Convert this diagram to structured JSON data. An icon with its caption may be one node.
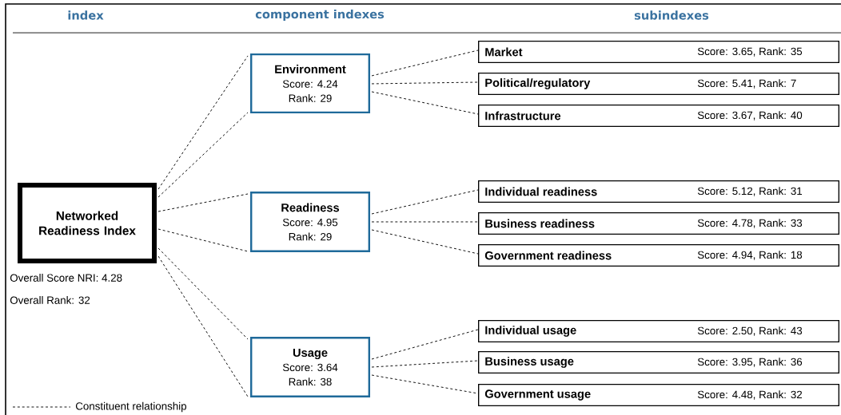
{
  "diagram": {
    "nodes": [
      {
        "text": [
          "Networked Readiness Index"
        ],
        "beside": [
          "Overall Score NRI: 4.28",
          "Overall Rank: 32"
        ]
      },
      {
        "text": [
          "Environment",
          "Score: 4.24",
          "Rank: 29"
        ]
      },
      {
        "text": [
          "Readiness",
          "Score: 4.95",
          "Rank: 29"
        ]
      },
      {
        "text": [
          "Usage",
          "Score: 3.64",
          "Rank: 38"
        ]
      },
      {
        "text": [
          "Market",
          "Score: 3.65, Rank: 35"
        ]
      },
      {
        "text": [
          "Political/regulatory",
          "Score: 5.41, Rank: 7"
        ]
      },
      {
        "text": [
          "Infrastructure",
          "Score: 3.67, Rank: 40"
        ]
      },
      {
        "text": [
          "Individual readiness",
          "Score: 5.12, Rank: 31"
        ]
      },
      {
        "text": [
          "Business readiness",
          "Score: 4.78, Rank: 33"
        ]
      },
      {
        "text": [
          "Government readiness",
          "Score: 4.94, Rank: 18"
        ]
      },
      {
        "text": [
          "Individual usage",
          "Score: 2.50, Rank: 43"
        ]
      },
      {
        "text": [
          "Business usage",
          "Score: 3.95, Rank: 36"
        ]
      },
      {
        "text": [
          "Government usage",
          "Score: 4.48, Rank: 32"
        ]
      }
    ],
    "edges": [
      {
        "from": 0,
        "to": 1,
        "arrow": "none",
        "style": "dashed"
      },
      {
        "from": 0,
        "to": 1,
        "arrow": "none",
        "style": "dashed"
      },
      {
        "from": 0,
        "to": 2,
        "arrow": "none",
        "style": "dashed"
      },
      {
        "from": 0,
        "to": 2,
        "arrow": "none",
        "style": "dashed"
      },
      {
        "from": 0,
        "to": 3,
        "arrow": "none",
        "style": "dashed"
      },
      {
        "from": 0,
        "to": 3,
        "arrow": "none",
        "style": "dashed"
      },
      {
        "from": 1,
        "to": 4,
        "arrow": "none",
        "style": "dashed"
      },
      {
        "from": 1,
        "to": 5,
        "arrow": "none",
        "style": "dashed"
      },
      {
        "from": 1,
        "to": 6,
        "arrow": "none",
        "style": "dashed"
      },
      {
        "from": 2,
        "to": 7,
        "arrow": "none",
        "style": "dashed"
      },
      {
        "from": 2,
        "to": 8,
        "arrow": "none",
        "style": "dashed"
      },
      {
        "from": 2,
        "to": 9,
        "arrow": "none",
        "style": "dashed"
      },
      {
        "from": 3,
        "to": 10,
        "arrow": "none",
        "style": "dashed"
      },
      {
        "from": 3,
        "to": 11,
        "arrow": "none",
        "style": "dashed"
      },
      {
        "from": 3,
        "to": 12,
        "arrow": "none",
        "style": "dashed"
      }
    ],
    "labels": [
      "index",
      "component indexes",
      "subindexes"
    ],
    "legend": [
      {
        "text": "Constituent relationship"
      }
    ]
  }
}
